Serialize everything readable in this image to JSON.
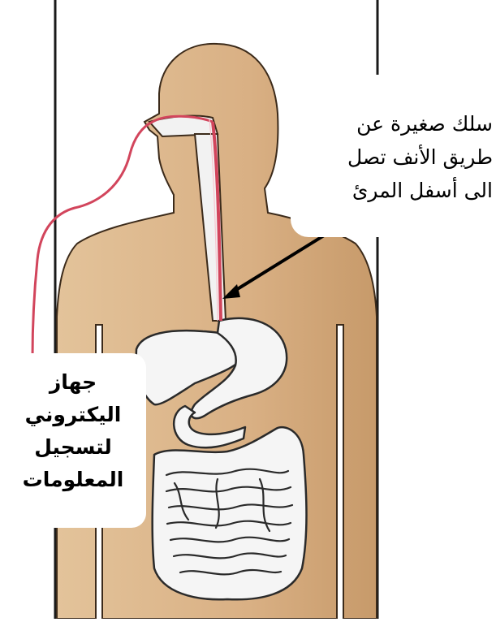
{
  "labels": {
    "probe": [
      "سلك صغيرة عن",
      "طريق الأنف تصل",
      "الى أسفل المرئ"
    ],
    "recorder": [
      "جهاز",
      "اليكتروني",
      "لتسجيل",
      "المعلومات"
    ]
  },
  "colors": {
    "body_skin": "#d9b084",
    "body_outline": "#3b2a1a",
    "organ_fill": "#f5f5f5",
    "organ_outline": "#2a2a2a",
    "wire": "#d2455c",
    "background": "#ffffff",
    "frame": "#1a1a1a"
  }
}
